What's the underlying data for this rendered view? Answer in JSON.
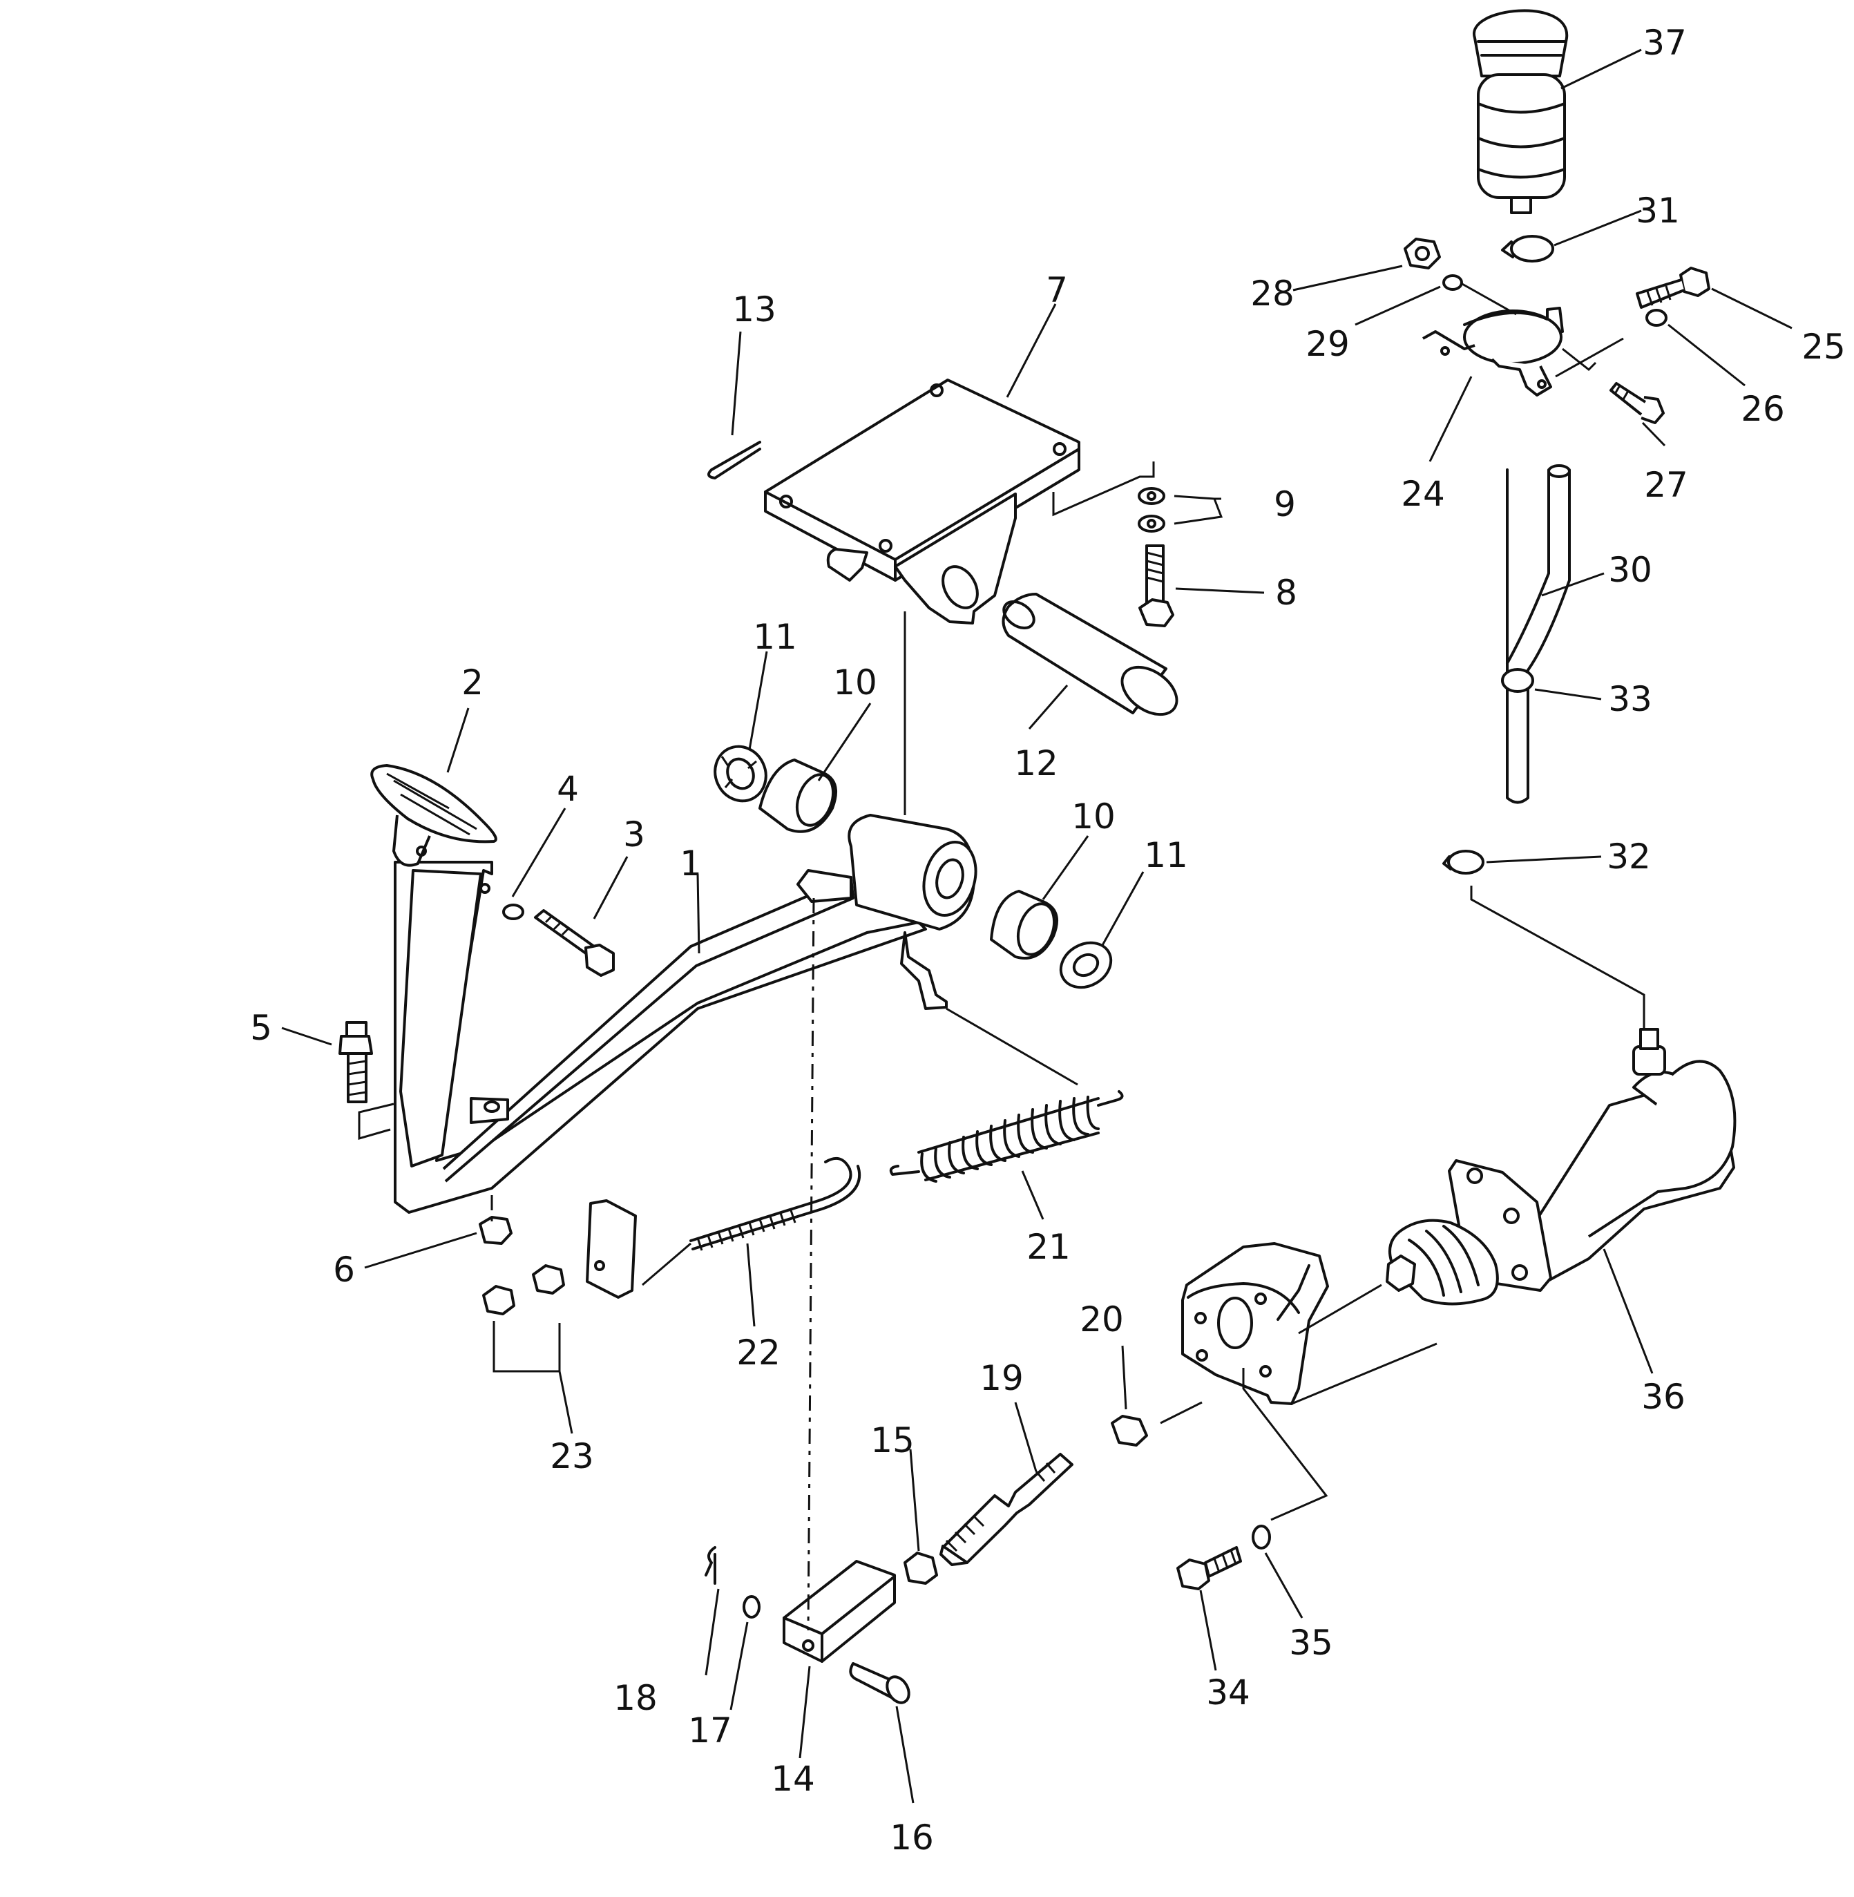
{
  "diagram": {
    "callouts": [
      {
        "id": "1",
        "text": "1"
      },
      {
        "id": "2",
        "text": "2"
      },
      {
        "id": "3",
        "text": "3"
      },
      {
        "id": "4",
        "text": "4"
      },
      {
        "id": "5",
        "text": "5"
      },
      {
        "id": "6",
        "text": "6"
      },
      {
        "id": "7",
        "text": "7"
      },
      {
        "id": "8",
        "text": "8"
      },
      {
        "id": "9",
        "text": "9"
      },
      {
        "id": "10a",
        "text": "10"
      },
      {
        "id": "10b",
        "text": "10"
      },
      {
        "id": "11a",
        "text": "11"
      },
      {
        "id": "11b",
        "text": "11"
      },
      {
        "id": "12",
        "text": "12"
      },
      {
        "id": "13",
        "text": "13"
      },
      {
        "id": "14",
        "text": "14"
      },
      {
        "id": "15",
        "text": "15"
      },
      {
        "id": "16",
        "text": "16"
      },
      {
        "id": "17",
        "text": "17"
      },
      {
        "id": "18",
        "text": "18"
      },
      {
        "id": "19",
        "text": "19"
      },
      {
        "id": "20",
        "text": "20"
      },
      {
        "id": "21",
        "text": "21"
      },
      {
        "id": "22",
        "text": "22"
      },
      {
        "id": "23",
        "text": "23"
      },
      {
        "id": "24",
        "text": "24"
      },
      {
        "id": "25",
        "text": "25"
      },
      {
        "id": "26",
        "text": "26"
      },
      {
        "id": "27",
        "text": "27"
      },
      {
        "id": "28",
        "text": "28"
      },
      {
        "id": "29",
        "text": "29"
      },
      {
        "id": "30",
        "text": "30"
      },
      {
        "id": "31",
        "text": "31"
      },
      {
        "id": "32",
        "text": "32"
      },
      {
        "id": "33",
        "text": "33"
      },
      {
        "id": "34",
        "text": "34"
      },
      {
        "id": "35",
        "text": "35"
      },
      {
        "id": "36",
        "text": "36"
      },
      {
        "id": "37",
        "text": "37"
      }
    ]
  }
}
